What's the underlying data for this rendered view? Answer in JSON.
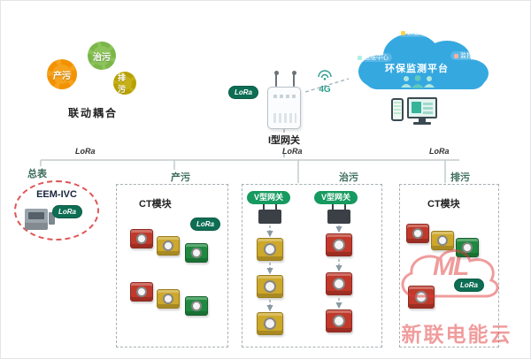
{
  "gears": {
    "produce": "产污",
    "treat": "治污",
    "discharge": "排污",
    "caption": "联动耦合"
  },
  "gateway": {
    "label": "I型网关",
    "lora_badge": "LoRa",
    "network": "4G"
  },
  "cloud": {
    "title": "环保监测平台",
    "badges": {
      "top": "数据中心",
      "left": "运维中心",
      "right": "监控中心"
    }
  },
  "bus": {
    "lora_labels": [
      "LoRa",
      "LoRa",
      "LoRa"
    ]
  },
  "main_meter": {
    "title": "总表",
    "model": "EEM-IVC",
    "lora_badge": "LoRa"
  },
  "produce_box": {
    "title": "产污",
    "module_label": "CT模块",
    "lora_badge": "LoRa"
  },
  "treat_box": {
    "title": "治污",
    "gateway_left": "V型网关",
    "gateway_right": "V型网关"
  },
  "discharge_box": {
    "title": "排污",
    "module_label": "CT模块",
    "lora_badge": "LoRa"
  },
  "watermark": {
    "logo": "ML",
    "brand": "新联电能云"
  },
  "colors": {
    "gear_orange": "#f39200",
    "gear_green": "#7ab648",
    "gear_olive": "#b7a100",
    "lora_badge": "#0d6e54",
    "vgw_badge": "#169a5f",
    "cloud_blue": "#35a8e0",
    "module_red": "#c0392b",
    "module_yellow": "#cda82a",
    "module_green": "#1f8a3f",
    "meter_circle_red": "#e05555",
    "watermark_red": "#e23b3c"
  }
}
